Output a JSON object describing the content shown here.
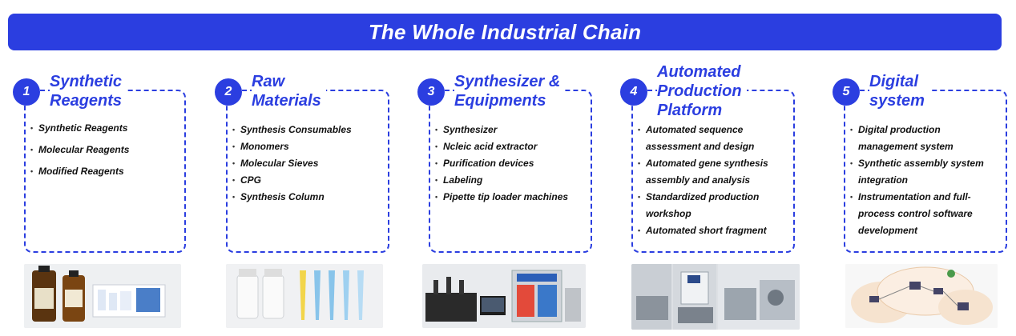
{
  "banner": {
    "title": "The Whole Industrial Chain"
  },
  "columns": [
    {
      "number": "1",
      "title_lines": [
        "Synthetic",
        "Reagents"
      ],
      "items": [
        "Synthetic Reagents",
        "Molecular Reagents",
        "Modified Reagents"
      ]
    },
    {
      "number": "2",
      "title_lines": [
        "Raw",
        "Materials"
      ],
      "items": [
        "Synthesis Consumables",
        "Monomers",
        "Molecular Sieves",
        "CPG",
        "Synthesis Column"
      ]
    },
    {
      "number": "3",
      "title_lines": [
        "Synthesizer &",
        "Equipments"
      ],
      "items": [
        "Synthesizer",
        "Ncleic acid extractor",
        "Purification devices",
        "Labeling",
        "Pipette tip loader machines"
      ]
    },
    {
      "number": "4",
      "title_lines": [
        "Automated",
        "Production",
        "Platform"
      ],
      "items": [
        "Automated sequence assessment and design",
        "Automated gene synthesis assembly and analysis",
        "Standardized production workshop",
        "Automated short fragment"
      ]
    },
    {
      "number": "5",
      "title_lines": [
        "Digital",
        "system"
      ],
      "items": [
        "Digital production management system",
        "Synthetic assembly system integration",
        "Instrumentation and full-process control software development"
      ]
    }
  ],
  "colors": {
    "accent": "#2b3ee0",
    "text": "#111111"
  },
  "images": [
    "reagent-bottles-photo",
    "vials-and-columns-photo",
    "synthesizer-equipment-photo",
    "automated-platform-photo",
    "digital-system-diagram"
  ]
}
